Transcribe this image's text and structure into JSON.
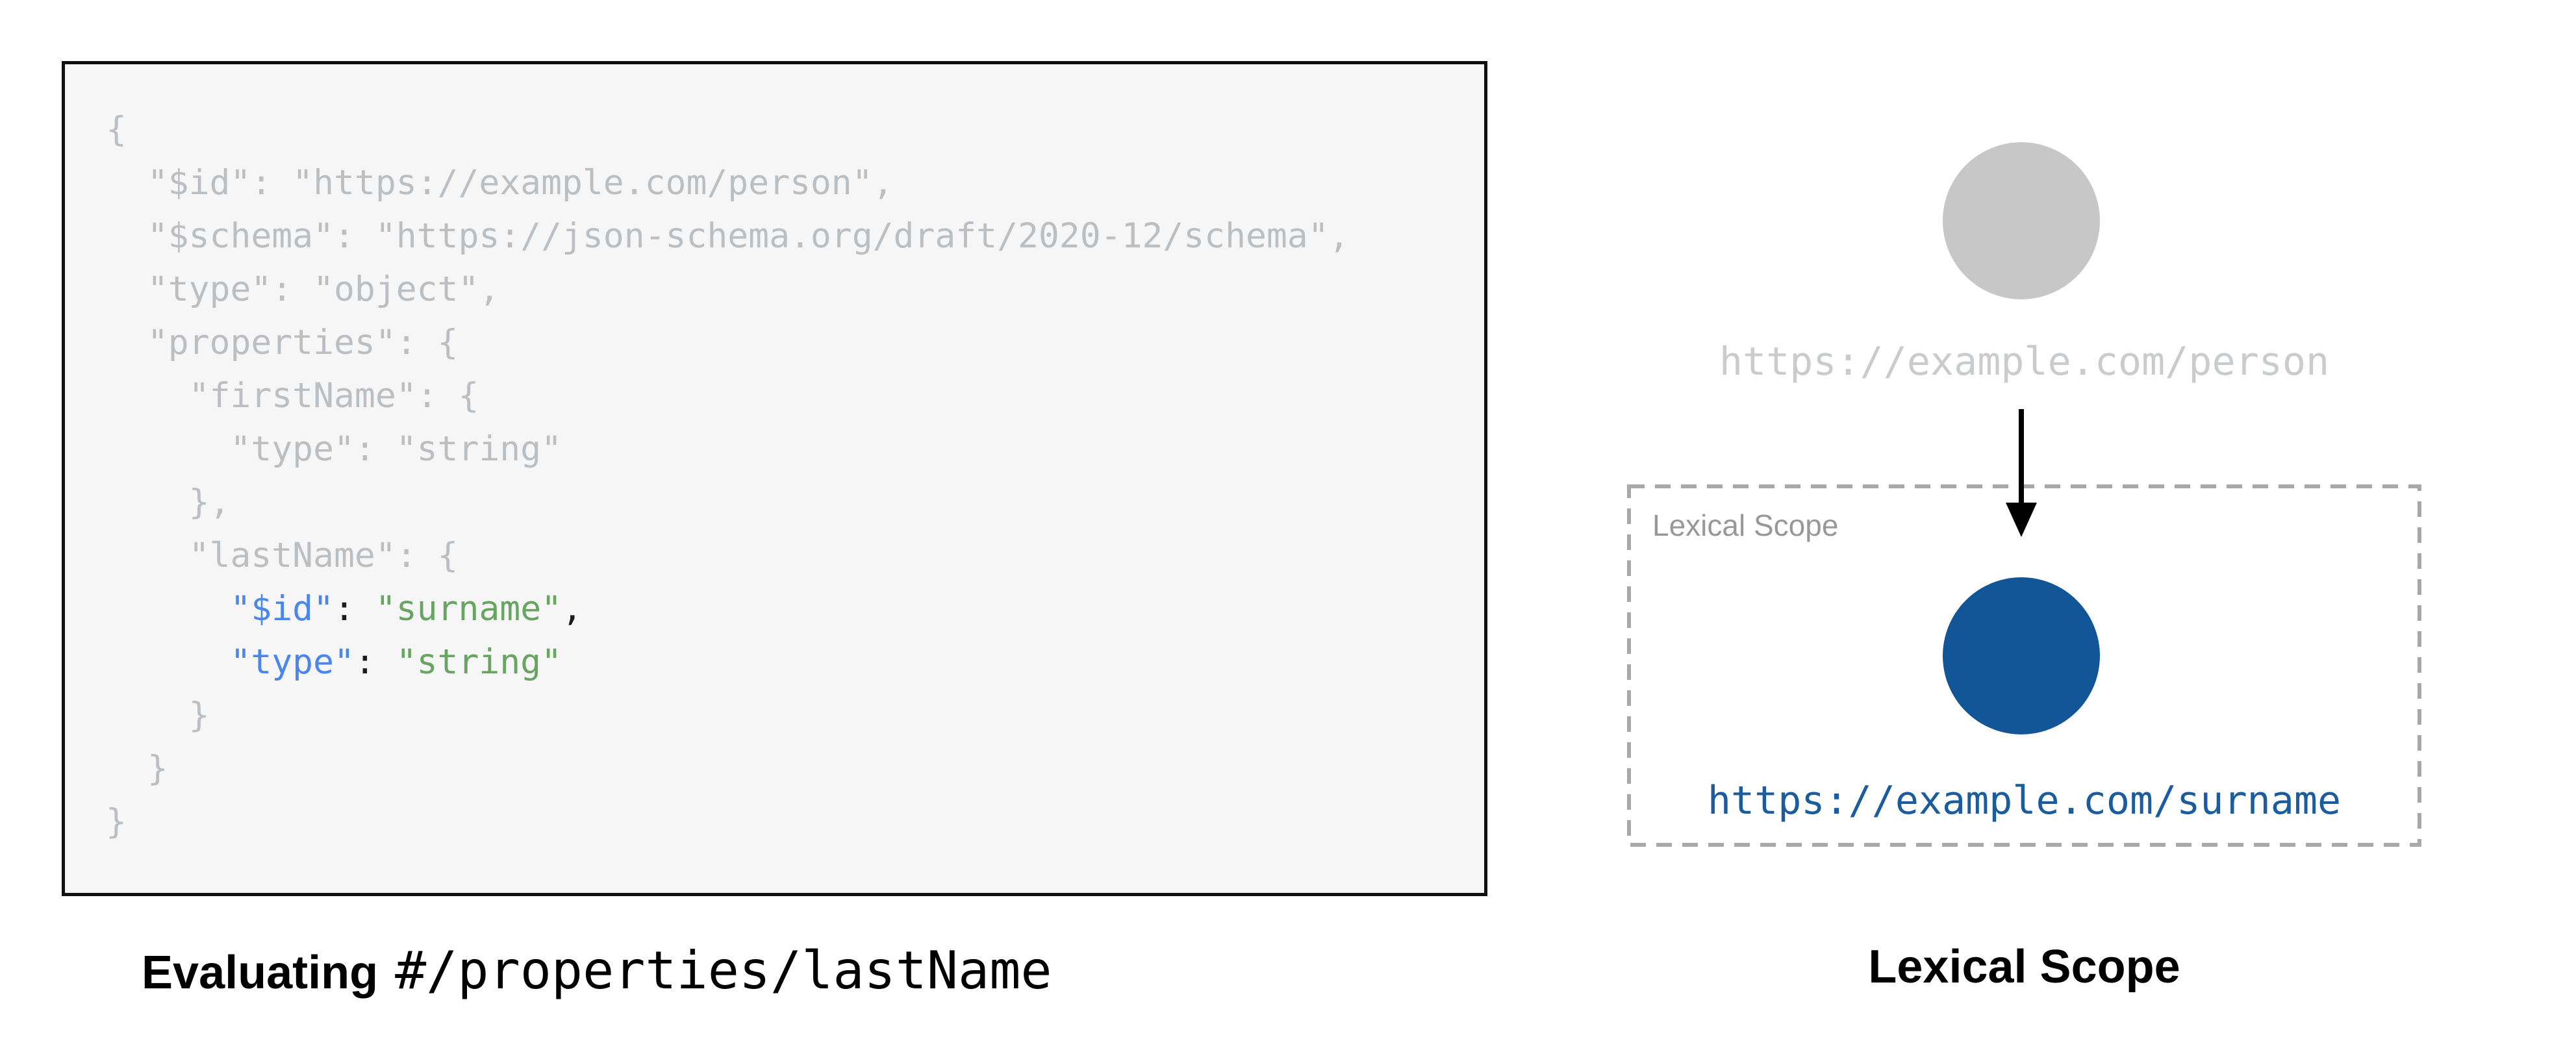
{
  "colors": {
    "panel-bg": "#f6f6f7",
    "panel-border": "#0f0f0f",
    "code-muted": "#bcbfc2",
    "code-key": "#4a86ec",
    "code-str": "#67a561",
    "code-punct": "#1c1c1e",
    "gray-node": "#c7c7c7",
    "gray-url": "#c9cbcd",
    "arrow": "#000000",
    "scope-border": "#a9a9a9",
    "scope-label": "#989898",
    "blue-node": "#125698",
    "blue-url": "#1b5c9f",
    "caption": "#000000"
  },
  "left_figure": {
    "code_lines": [
      [
        {
          "t": "{",
          "s": "muted"
        }
      ],
      [
        {
          "t": "  \"$id\": \"https://example.com/person\",",
          "s": "muted"
        }
      ],
      [
        {
          "t": "  \"$schema\": \"https://json-schema.org/draft/2020-12/schema\",",
          "s": "muted"
        }
      ],
      [
        {
          "t": "  \"type\": \"object\",",
          "s": "muted"
        }
      ],
      [
        {
          "t": "  \"properties\": {",
          "s": "muted"
        }
      ],
      [
        {
          "t": "    \"firstName\": {",
          "s": "muted"
        }
      ],
      [
        {
          "t": "      \"type\": \"string\"",
          "s": "muted"
        }
      ],
      [
        {
          "t": "    },",
          "s": "muted"
        }
      ],
      [
        {
          "t": "    \"lastName\": {",
          "s": "muted"
        }
      ],
      [
        {
          "t": "      ",
          "s": "muted"
        },
        {
          "t": "\"$id\"",
          "s": "key"
        },
        {
          "t": ": ",
          "s": "punct"
        },
        {
          "t": "\"surname\"",
          "s": "str"
        },
        {
          "t": ",",
          "s": "punct"
        }
      ],
      [
        {
          "t": "      ",
          "s": "muted"
        },
        {
          "t": "\"type\"",
          "s": "key"
        },
        {
          "t": ": ",
          "s": "punct"
        },
        {
          "t": "\"string\"",
          "s": "str"
        }
      ],
      [
        {
          "t": "    }",
          "s": "muted"
        }
      ],
      [
        {
          "t": "  }",
          "s": "muted"
        }
      ],
      [
        {
          "t": "}",
          "s": "muted"
        }
      ]
    ],
    "caption_bold": "Evaluating",
    "caption_pointer": "#/properties/lastName"
  },
  "right_figure": {
    "outer_node_url": "https://example.com/person",
    "scope_label": "Lexical Scope",
    "inner_node_url": "https://example.com/surname",
    "caption": "Lexical Scope",
    "arrow_icon": "down-arrow"
  }
}
